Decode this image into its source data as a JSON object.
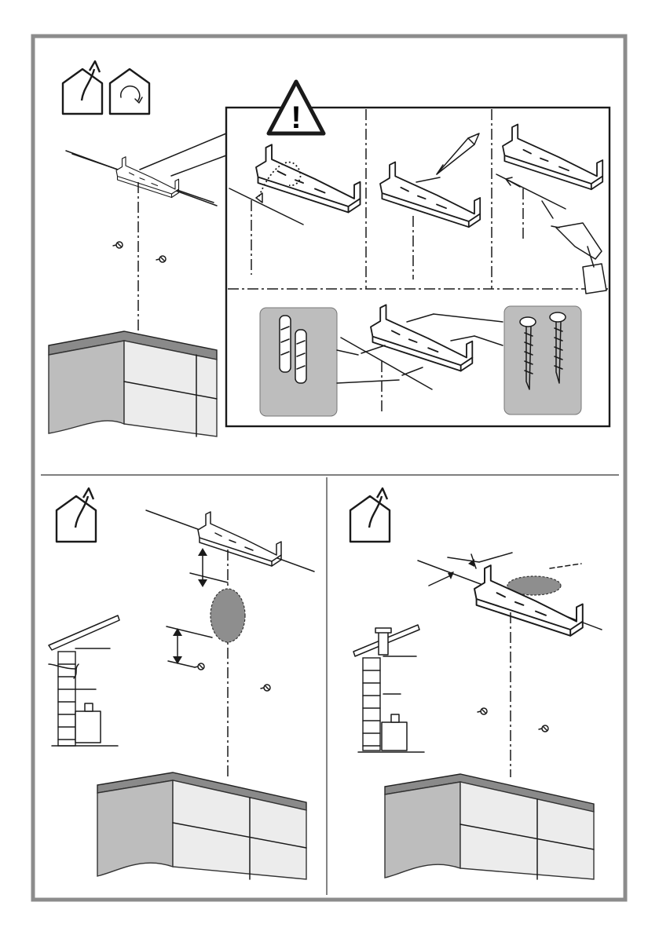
{
  "figure": {
    "frame_color": "#8c8c8c",
    "accent_gray": "#8e8e8e",
    "panels": [
      {
        "id": "top",
        "icons": [
          "house-extraction-icon",
          "house-recirculation-icon"
        ],
        "warning": "!"
      },
      {
        "id": "bottom-left",
        "icons": [
          "house-extraction-icon"
        ]
      },
      {
        "id": "bottom-right",
        "icons": [
          "house-extraction-icon"
        ]
      }
    ]
  }
}
